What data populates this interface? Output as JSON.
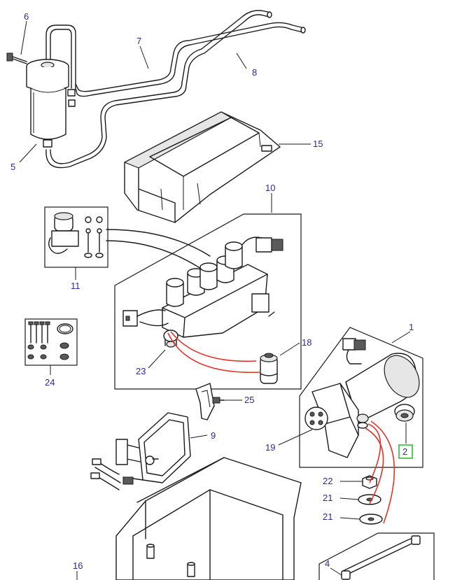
{
  "callouts": {
    "c1": "1",
    "c2": "2",
    "c4": "4",
    "c5": "5",
    "c6": "6",
    "c7": "7",
    "c8": "8",
    "c9": "9",
    "c10": "10",
    "c11": "11",
    "c15": "15",
    "c16": "16",
    "c18": "18",
    "c19": "19",
    "c21a": "21",
    "c21b": "21",
    "c22": "22",
    "c23": "23",
    "c24": "24",
    "c25": "25"
  },
  "colors": {
    "callout_text": "#2a2aa0",
    "highlight_box": "#2fbf2f",
    "relation_lines": "#e0352b",
    "line_art": "#1a1a1a"
  },
  "highlighted_callout": "2"
}
